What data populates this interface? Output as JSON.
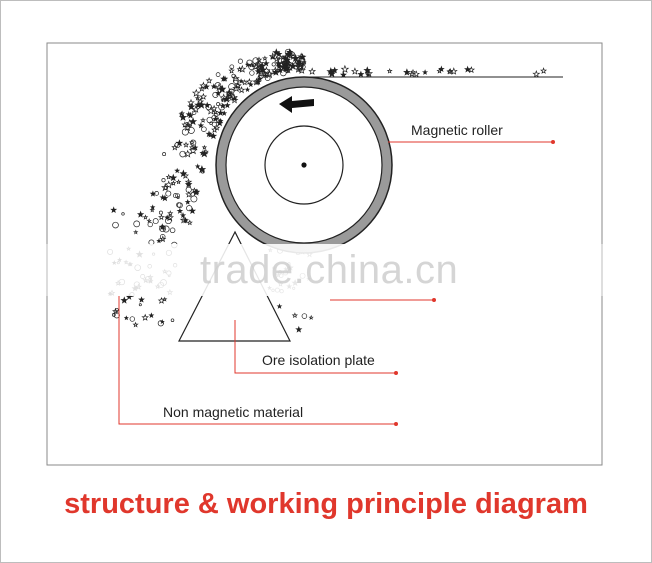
{
  "labels": {
    "magnetic_roller": "Magnetic roller",
    "ore_isolation_plate": "Ore isolation plate",
    "non_magnetic_material": "Non magnetic material"
  },
  "watermark": "trade.china.cn",
  "caption": "structure & working principle diagram",
  "icons": {
    "rotation": "rotation-arrow-icon"
  },
  "colors": {
    "leader_line": "#e0372c",
    "caption": "#e0372c",
    "drawing": "#222222",
    "roller_fill": "#999999"
  }
}
